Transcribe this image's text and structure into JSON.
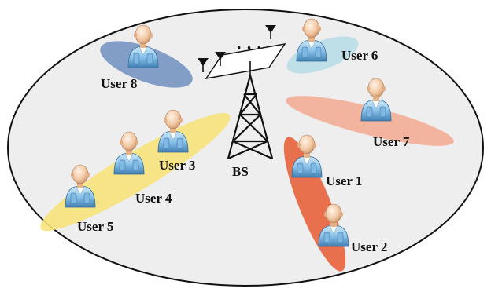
{
  "base_station": {
    "label": "BS",
    "dots": "· · ·"
  },
  "users": [
    {
      "id": "user-1",
      "label": "User 1"
    },
    {
      "id": "user-2",
      "label": "User 2"
    },
    {
      "id": "user-3",
      "label": "User 3"
    },
    {
      "id": "user-4",
      "label": "User 4"
    },
    {
      "id": "user-5",
      "label": "User 5"
    },
    {
      "id": "user-6",
      "label": "User 6"
    },
    {
      "id": "user-7",
      "label": "User 7"
    },
    {
      "id": "user-8",
      "label": "User 8"
    }
  ],
  "beam_colors": {
    "user8": "#6f8fbf",
    "user6": "#b8dde6",
    "user7": "#f2a98f",
    "users_1_2": "#e8623a",
    "users_3_4_5": "#f6e27a"
  },
  "user_colors": {
    "skin": "#f2c9a6",
    "shirt": "#8cc4ea",
    "shirt_dark": "#4f8fbf"
  }
}
